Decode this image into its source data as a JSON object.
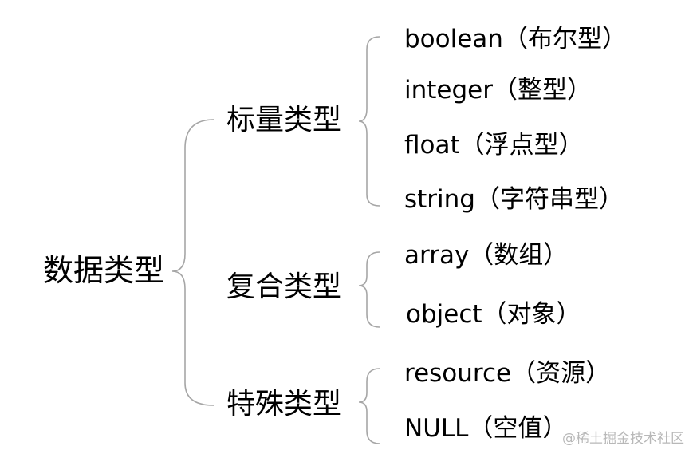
{
  "root": {
    "label": "数据类型"
  },
  "categories": [
    {
      "label": "标量类型",
      "items": [
        "boolean（布尔型）",
        "integer（整型）",
        "float（浮点型）",
        "string（字符串型）"
      ]
    },
    {
      "label": "复合类型",
      "items": [
        "array（数组）",
        "object（对象）"
      ]
    },
    {
      "label": "特殊类型",
      "items": [
        "resource（资源）",
        "NULL（空值）"
      ]
    }
  ],
  "watermark": "@稀土掘金技术社区",
  "colors": {
    "brace": "#a6a6a6",
    "text": "#000000",
    "watermark": "#b8b8b8"
  }
}
